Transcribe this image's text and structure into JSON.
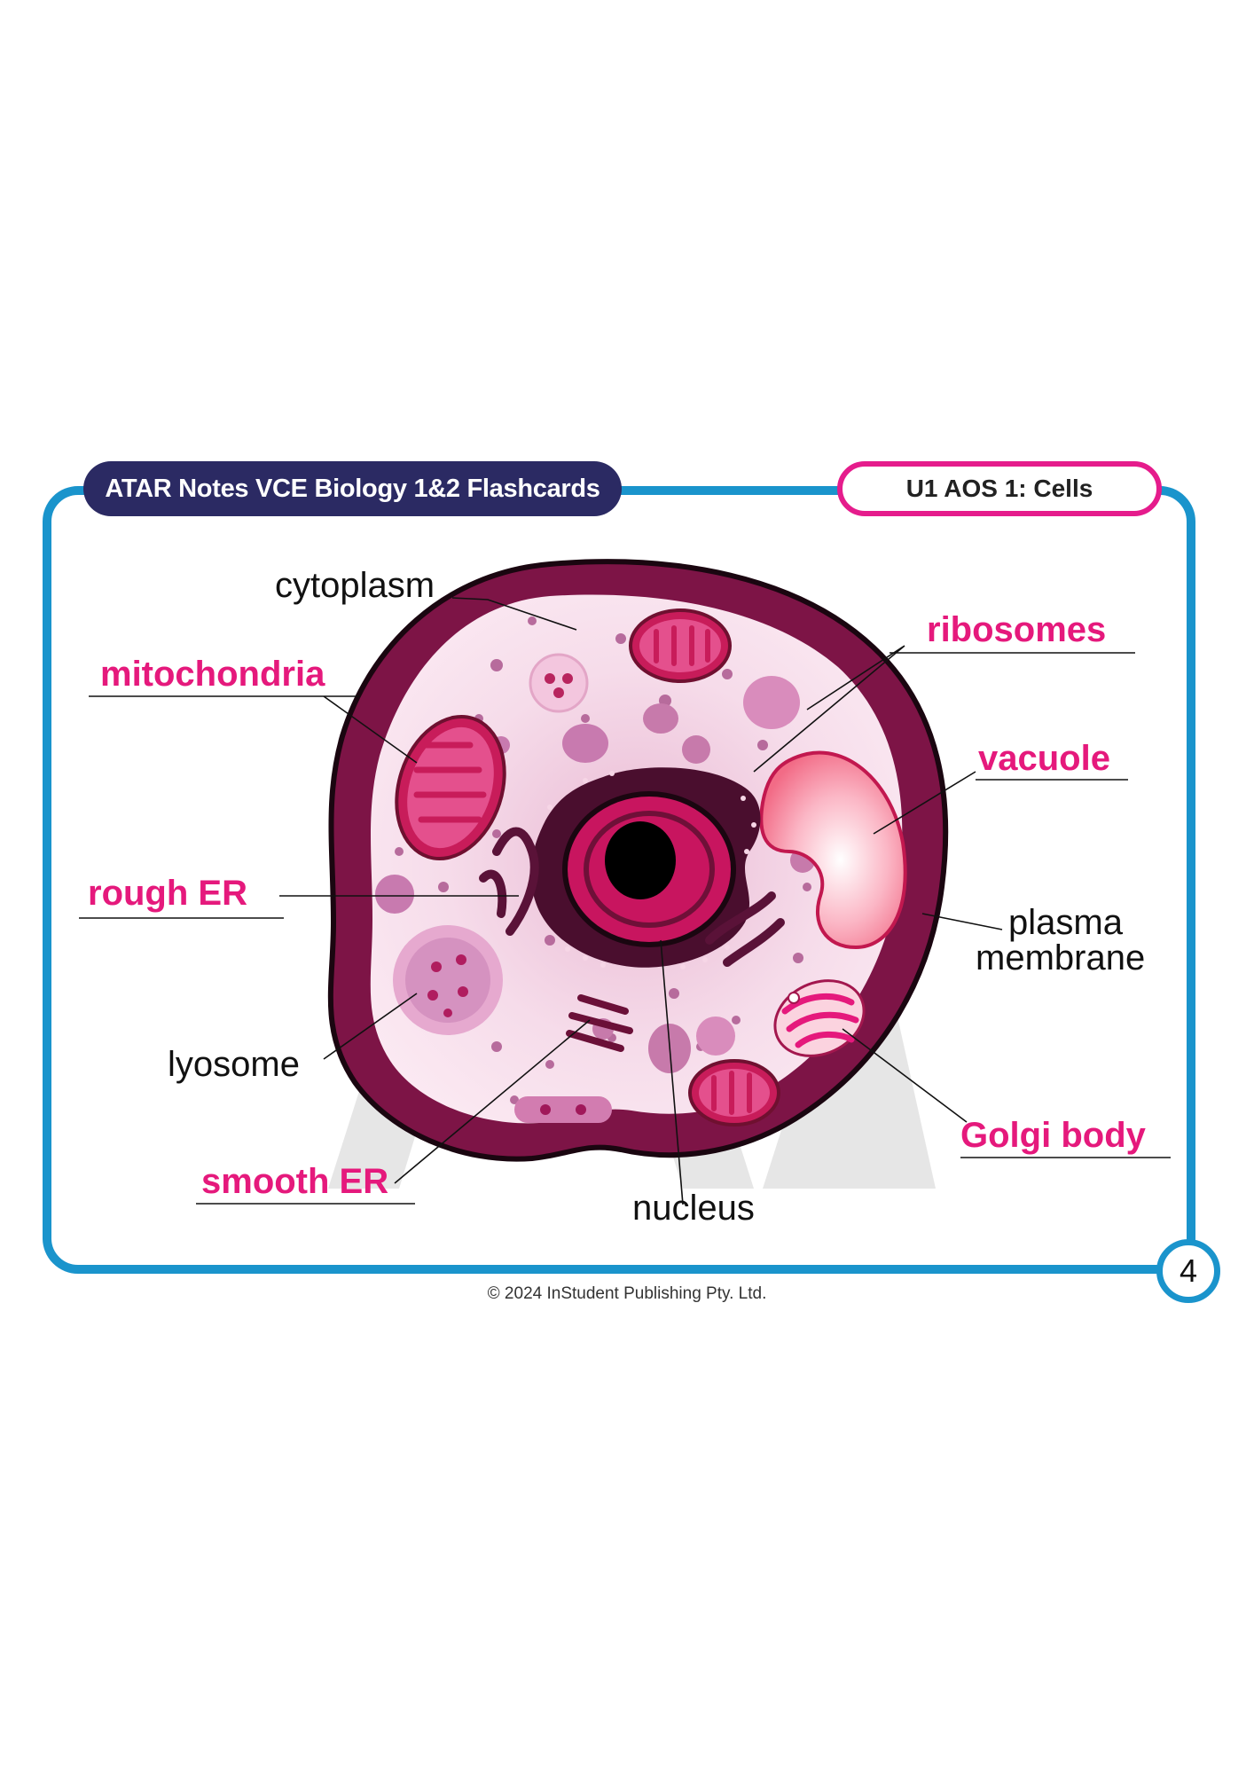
{
  "header": {
    "title": "ATAR Notes VCE Biology 1&2 Flashcards",
    "topic": "U1 AOS 1: Cells"
  },
  "page_number": "4",
  "footer": {
    "copyright": "© 2024 InStudent Publishing Pty. Ltd."
  },
  "labels": {
    "cytoplasm": "cytoplasm",
    "mitochondria": "mitochondria",
    "rough_er": "rough ER",
    "lyosome": "lyosome",
    "smooth_er": "smooth ER",
    "nucleus": "nucleus",
    "ribosomes": "ribosomes",
    "vacuole": "vacuole",
    "plasma_membrane_line1": "plasma",
    "plasma_membrane_line2": "membrane",
    "golgi_body": "Golgi body"
  },
  "colors": {
    "card_border": "#1a94cc",
    "title_pill": "#2b2a63",
    "topic_pill_border": "#e51c8c",
    "highlight_label": "#e5197c",
    "cell_membrane": "#7a1440",
    "cytoplasm": "#f6d6e6",
    "nucleus": "#c8155f",
    "nucleolus": "#000000"
  }
}
